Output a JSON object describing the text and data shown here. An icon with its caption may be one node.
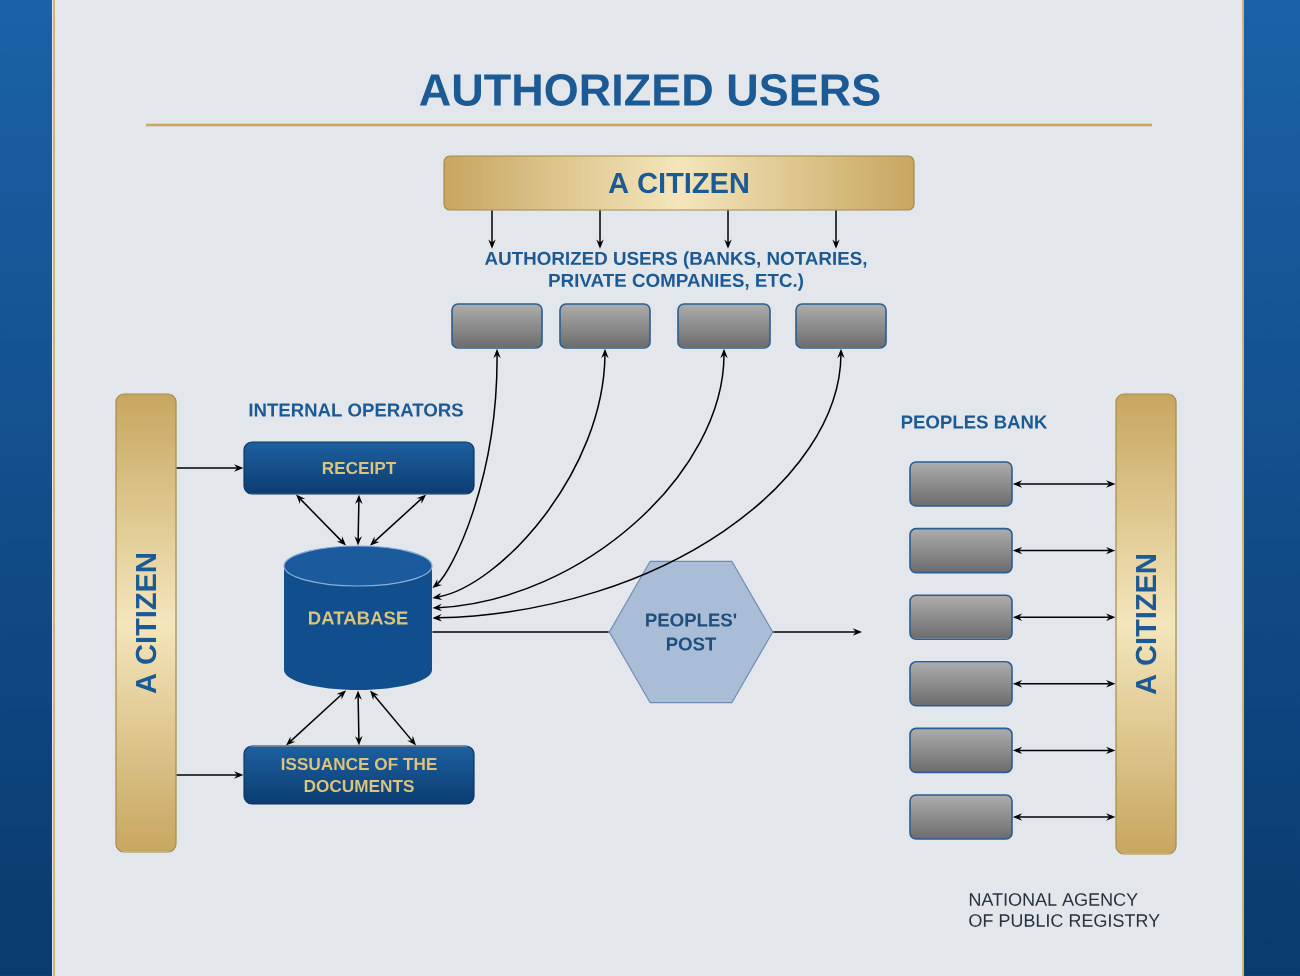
{
  "diagram": {
    "title": "AUTHORIZED USERS",
    "nodes": [
      {
        "text": [
          "A CITIZEN"
        ]
      },
      {
        "text": [
          "AUTHORIZED USERS (BANKS, NOTARIES, PRIVATE COMPANIES, ETC.)"
        ]
      },
      {
        "text": [],
        "shape": "box"
      },
      {
        "text": [],
        "shape": "box"
      },
      {
        "text": [],
        "shape": "box"
      },
      {
        "text": [],
        "shape": "box"
      },
      {
        "text": [
          "A CITIZEN"
        ]
      },
      {
        "text": [
          "RECEIPT"
        ]
      },
      {
        "text": [
          "DATABASE"
        ]
      },
      {
        "text": [
          "ISSUANCE OF THE DOCUMENTS"
        ]
      },
      {
        "text": [
          "PEOPLES' POST"
        ]
      },
      {
        "text": [],
        "shape": "box"
      },
      {
        "text": [],
        "shape": "box"
      },
      {
        "text": [],
        "shape": "box"
      },
      {
        "text": [],
        "shape": "box"
      },
      {
        "text": [],
        "shape": "box"
      },
      {
        "text": [],
        "shape": "box"
      },
      {
        "text": [
          "A CITIZEN"
        ]
      }
    ],
    "edges": [
      {
        "from": 0,
        "to": 1,
        "arrow": "to"
      },
      {
        "from": 0,
        "to": 1,
        "arrow": "to"
      },
      {
        "from": 0,
        "to": 1,
        "arrow": "to"
      },
      {
        "from": 0,
        "to": 1,
        "arrow": "to"
      },
      {
        "from": 8,
        "to": 2,
        "arrow": "both"
      },
      {
        "from": 8,
        "to": 3,
        "arrow": "both"
      },
      {
        "from": 8,
        "to": 4,
        "arrow": "both"
      },
      {
        "from": 8,
        "to": 5,
        "arrow": "both"
      },
      {
        "from": 6,
        "to": 7,
        "arrow": "to"
      },
      {
        "from": 6,
        "to": 9,
        "arrow": "to"
      },
      {
        "from": 7,
        "to": 8,
        "arrow": "both"
      },
      {
        "from": 7,
        "to": 8,
        "arrow": "both"
      },
      {
        "from": 7,
        "to": 8,
        "arrow": "both"
      },
      {
        "from": 8,
        "to": 9,
        "arrow": "both"
      },
      {
        "from": 8,
        "to": 9,
        "arrow": "both"
      },
      {
        "from": 8,
        "to": 9,
        "arrow": "both"
      },
      {
        "from": 8,
        "to": 10,
        "arrow": "none"
      },
      {
        "from": 10,
        "to": null,
        "arrow": "to"
      },
      {
        "from": 11,
        "to": 17,
        "arrow": "both"
      },
      {
        "from": 12,
        "to": 17,
        "arrow": "both"
      },
      {
        "from": 13,
        "to": 17,
        "arrow": "both"
      },
      {
        "from": 14,
        "to": 17,
        "arrow": "both"
      },
      {
        "from": 15,
        "to": 17,
        "arrow": "both"
      },
      {
        "from": 16,
        "to": 17,
        "arrow": "both"
      }
    ],
    "labels": [
      "INTERNAL OPERATORS",
      "PEOPLES BANK",
      "NATIONAL AGENCY OF PUBLIC REGISTRY"
    ]
  }
}
